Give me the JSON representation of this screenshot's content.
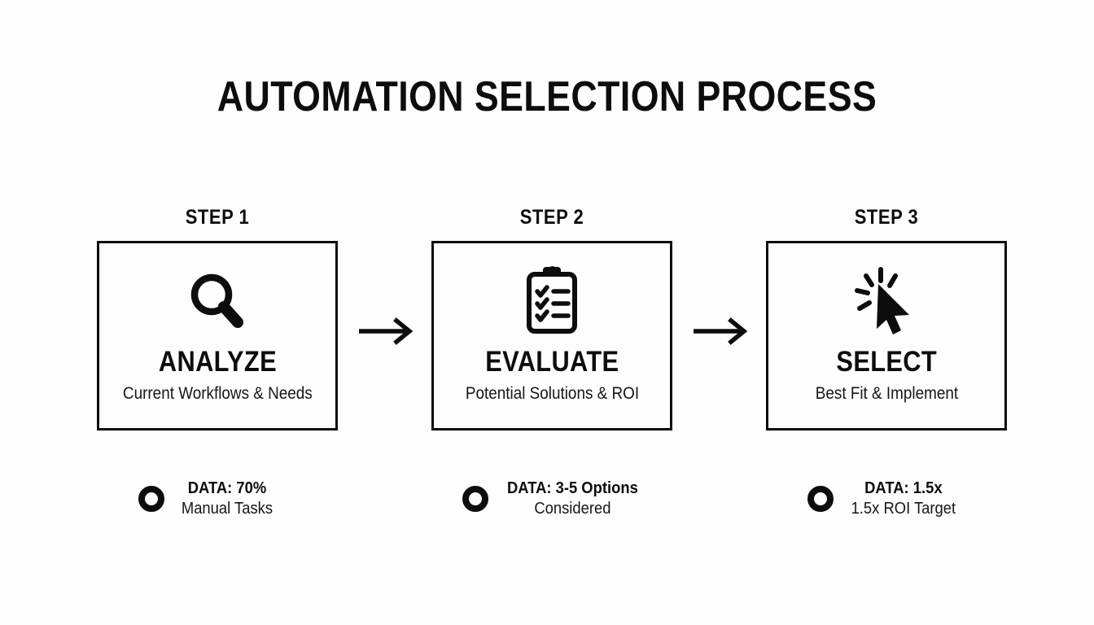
{
  "page": {
    "title": "AUTOMATION SELECTION PROCESS",
    "background_color": "#fdfdfd",
    "ink_color": "#0d0d0d"
  },
  "steps": [
    {
      "label": "STEP 1",
      "icon": "magnifier-icon",
      "heading": "ANALYZE",
      "subtitle": "Current Workflows & Needs",
      "data_main": "DATA: 70%",
      "data_note": "Manual Tasks"
    },
    {
      "label": "STEP 2",
      "icon": "clipboard-checklist-icon",
      "heading": "EVALUATE",
      "subtitle": "Potential Solutions & ROI",
      "data_main": "DATA: 3-5 Options",
      "data_note": "Considered"
    },
    {
      "label": "STEP 3",
      "icon": "click-cursor-icon",
      "heading": "SELECT",
      "subtitle": "Best Fit & Implement",
      "data_main": "DATA: 1.5x",
      "data_note": "1.5x ROI Target"
    }
  ],
  "connectors": [
    {
      "name": "arrow-step1-to-step2",
      "icon": "arrow-right-icon"
    },
    {
      "name": "arrow-step2-to-step3",
      "icon": "arrow-right-icon"
    }
  ]
}
